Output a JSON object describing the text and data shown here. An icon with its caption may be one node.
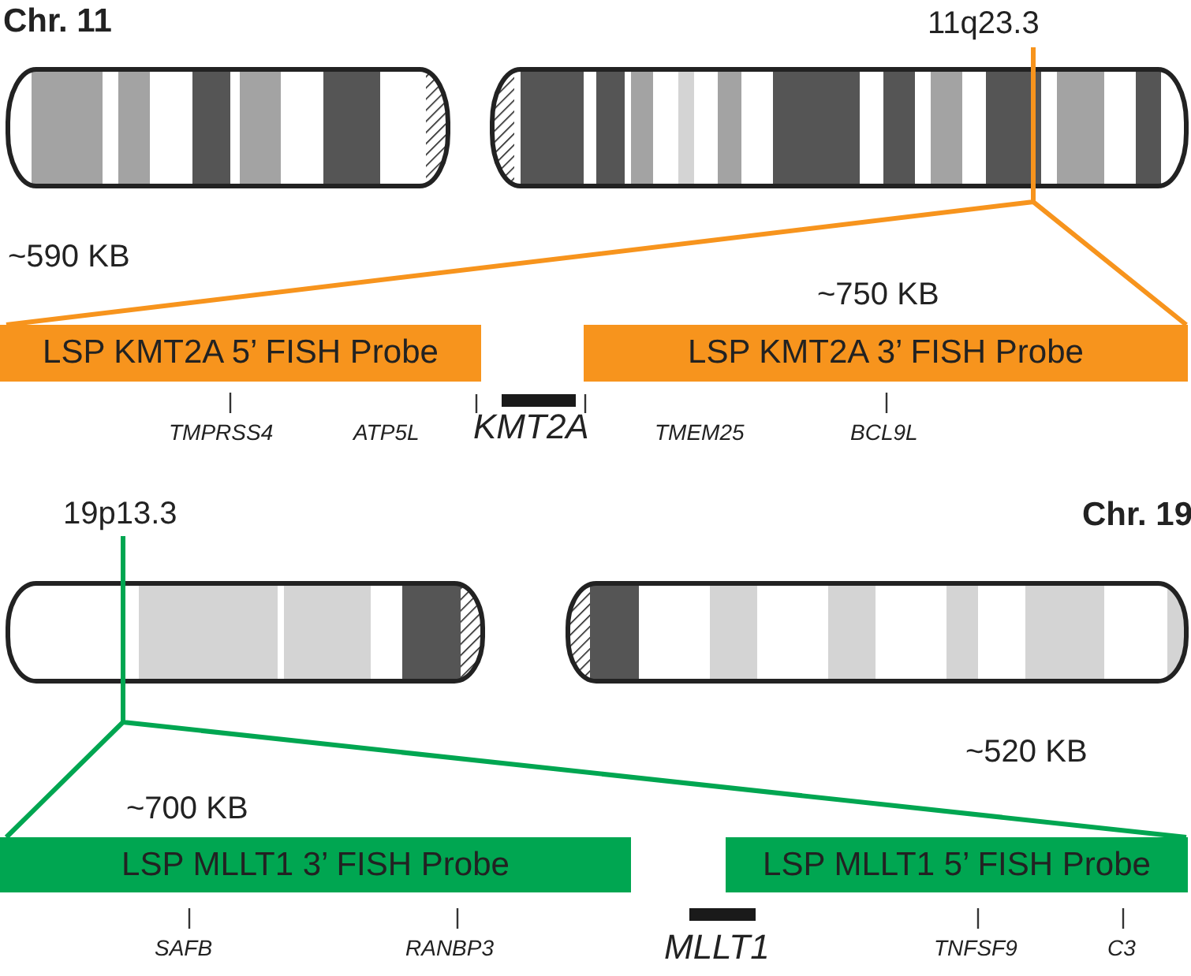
{
  "diagram": {
    "nodes": [
      {
        "text": [
          "11q23.3"
        ]
      },
      {
        "text": [
          "LSP KMT2A 5’ FISH Probe"
        ],
        "beside": [
          "~590 KB"
        ]
      },
      {
        "text": [
          "LSP KMT2A 3’ FISH Probe"
        ],
        "beside": [
          "~750 KB"
        ]
      },
      {
        "text": [
          "19p13.3"
        ]
      },
      {
        "text": [
          "LSP MLLT1 3’ FISH Probe"
        ],
        "beside": [
          "~700 KB"
        ]
      },
      {
        "text": [
          "LSP MLLT1 5’ FISH Probe"
        ],
        "beside": [
          "~520 KB"
        ]
      }
    ],
    "edges": [
      {
        "from": 0,
        "to": 1,
        "arrow": "none",
        "color": "#f7941d"
      },
      {
        "from": 0,
        "to": 2,
        "arrow": "none",
        "color": "#f7941d"
      },
      {
        "from": 3,
        "to": 4,
        "arrow": "none",
        "color": "#00a651"
      },
      {
        "from": 3,
        "to": 5,
        "arrow": "none",
        "color": "#00a651"
      }
    ],
    "labels": [
      "Chr. 11",
      "TMPRSS4",
      "ATP5L",
      "KMT2A",
      "TMEM25",
      "BCL9L",
      "Chr. 19",
      "SAFB",
      "RANBP3",
      "MLLT1",
      "TNFSF9",
      "C3"
    ]
  }
}
